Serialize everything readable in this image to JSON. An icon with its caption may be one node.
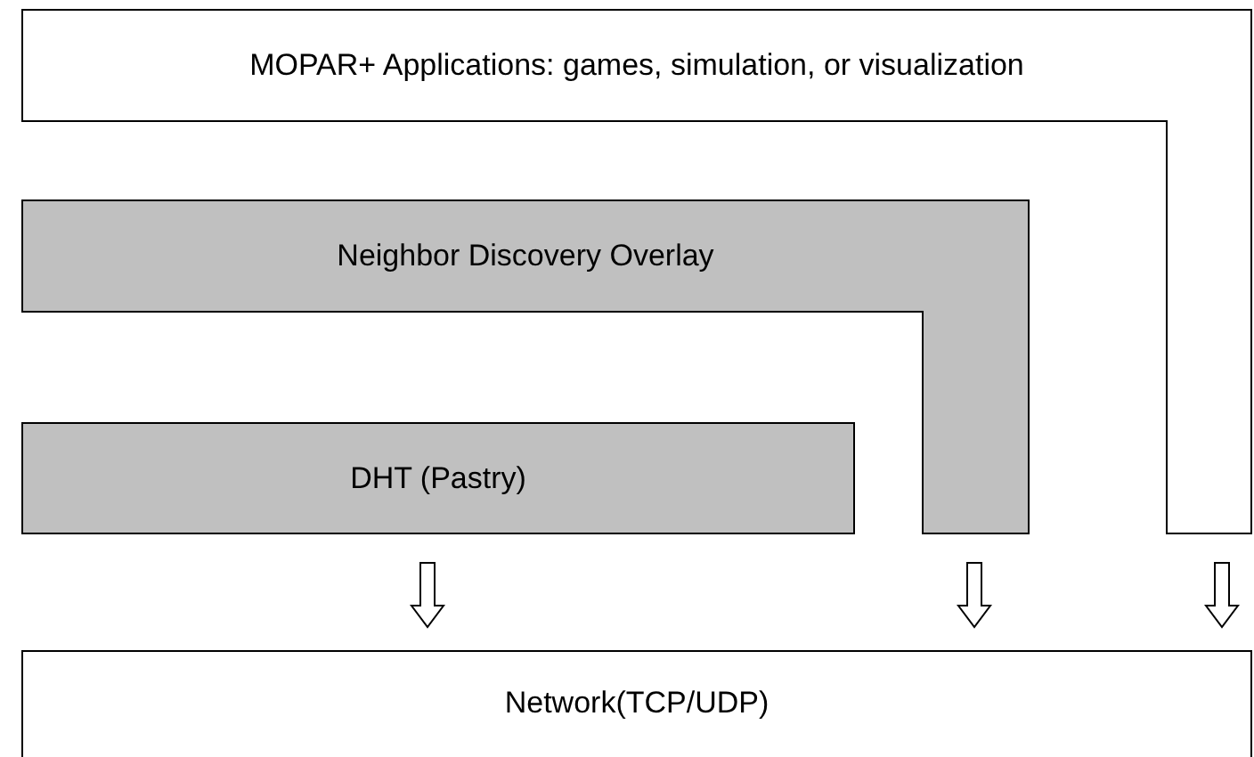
{
  "diagram": {
    "nodes": [
      {
        "text": [
          "MOPAR+ Applications: games, simulation, or visualization"
        ]
      },
      {
        "text": [
          "Neighbor Discovery Overlay"
        ]
      },
      {
        "text": [
          "DHT (Pastry)"
        ]
      },
      {
        "text": [
          "Network(TCP/UDP)"
        ]
      }
    ],
    "edges": [
      {
        "from": 2,
        "to": 3,
        "arrow": "to"
      },
      {
        "from": 1,
        "to": 3,
        "arrow": "to"
      },
      {
        "from": 0,
        "to": 3,
        "arrow": "to"
      }
    ]
  }
}
